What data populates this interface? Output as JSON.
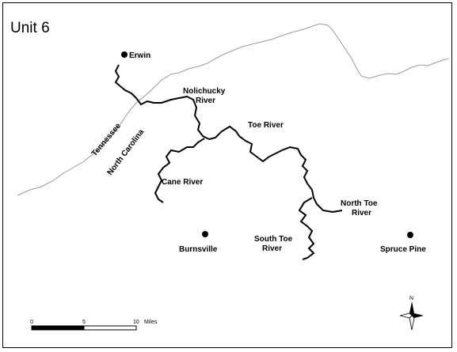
{
  "map": {
    "title": "Unit 6",
    "towns": [
      "Erwin",
      "Burnsville",
      "Spruce Pine"
    ],
    "rivers": [
      "Nolichucky",
      "River",
      "Toe River",
      "Cane River",
      "North Toe",
      "River",
      "South Toe",
      "River"
    ],
    "states": [
      "Tennessee",
      "North Carolina"
    ],
    "north_arrow": "N",
    "scale": {
      "ticks": [
        "0",
        "5",
        "10"
      ],
      "unit": "Miles"
    },
    "colors": {
      "river": "#000000",
      "border": "#9a9a9a"
    }
  }
}
